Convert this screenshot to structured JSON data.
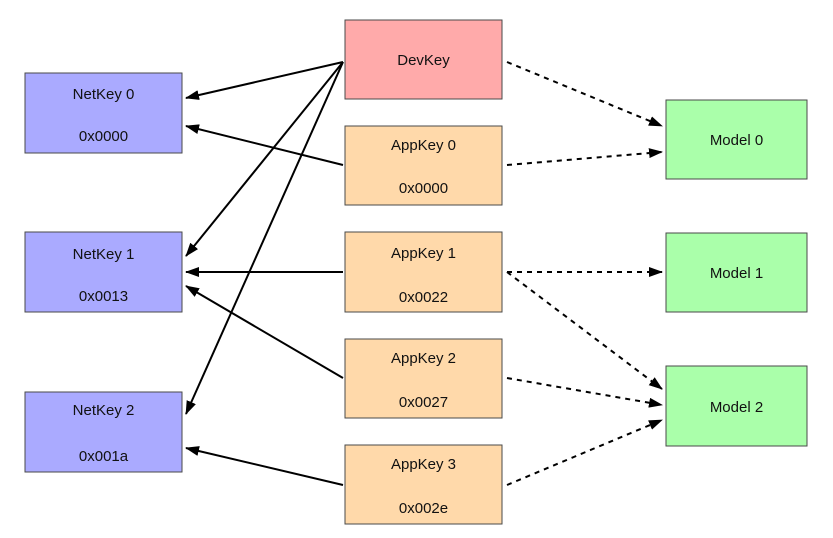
{
  "colors": {
    "netkey": "#aaaaff",
    "appkey": "#ffd9aa",
    "devkey": "#ffaaaa",
    "model": "#aaffaa"
  },
  "nodes": {
    "netkey0": {
      "name": "NetKey 0",
      "index": "0x0000"
    },
    "netkey1": {
      "name": "NetKey 1",
      "index": "0x0013"
    },
    "netkey2": {
      "name": "NetKey 2",
      "index": "0x001a"
    },
    "devkey": {
      "name": "DevKey"
    },
    "appkey0": {
      "name": "AppKey 0",
      "index": "0x0000"
    },
    "appkey1": {
      "name": "AppKey 1",
      "index": "0x0022"
    },
    "appkey2": {
      "name": "AppKey 2",
      "index": "0x0027"
    },
    "appkey3": {
      "name": "AppKey 3",
      "index": "0x002e"
    },
    "model0": {
      "name": "Model 0"
    },
    "model1": {
      "name": "Model 1"
    },
    "model2": {
      "name": "Model 2"
    }
  },
  "edges": {
    "solid": [
      [
        "devkey",
        "netkey0"
      ],
      [
        "devkey",
        "netkey1"
      ],
      [
        "devkey",
        "netkey2"
      ],
      [
        "appkey0",
        "netkey0"
      ],
      [
        "appkey1",
        "netkey1"
      ],
      [
        "appkey2",
        "netkey1"
      ],
      [
        "appkey3",
        "netkey2"
      ]
    ],
    "dashed": [
      [
        "devkey",
        "model0"
      ],
      [
        "appkey0",
        "model0"
      ],
      [
        "appkey1",
        "model1"
      ],
      [
        "appkey1",
        "model2"
      ],
      [
        "appkey2",
        "model2"
      ],
      [
        "appkey3",
        "model2"
      ]
    ]
  }
}
